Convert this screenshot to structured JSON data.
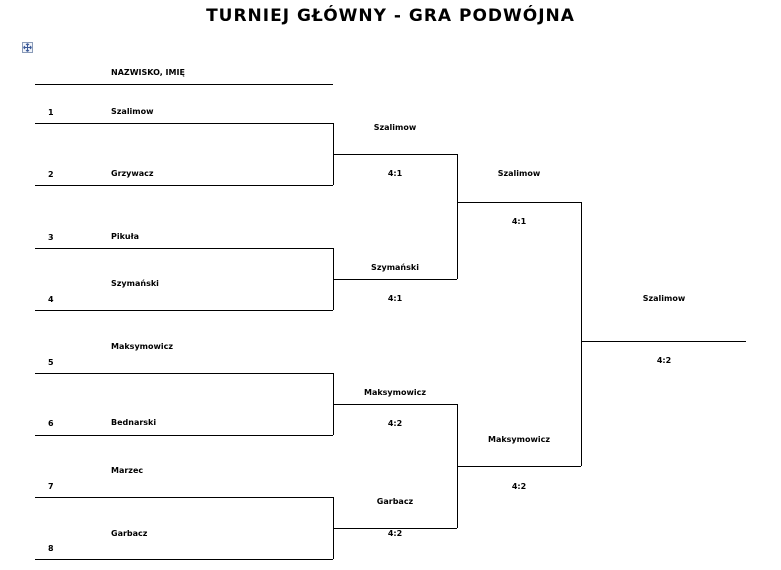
{
  "title": "TURNIEJ GŁÓWNY - GRA PODWÓJNA",
  "header": "NAZWISKO, IMIĘ",
  "icons": {
    "table_handle": "move-arrows-icon"
  },
  "players": [
    {
      "seed": "1",
      "name": "Szalimow"
    },
    {
      "seed": "2",
      "name": "Grzywacz"
    },
    {
      "seed": "3",
      "name": "Pikuła"
    },
    {
      "seed": "4",
      "name": "Szymański"
    },
    {
      "seed": "5",
      "name": "Maksymowicz"
    },
    {
      "seed": "6",
      "name": "Bednarski"
    },
    {
      "seed": "7",
      "name": "Marzec"
    },
    {
      "seed": "8",
      "name": "Garbacz"
    }
  ],
  "round2": [
    {
      "name": "Szalimow",
      "score": "4:1"
    },
    {
      "name": "Szymański",
      "score": "4:1"
    },
    {
      "name": "Maksymowicz",
      "score": "4:2"
    },
    {
      "name": "Garbacz",
      "score": "4:2"
    }
  ],
  "semifinal": [
    {
      "name": "Szalimow",
      "score": "4:1"
    },
    {
      "name": "Maksymowicz",
      "score": "4:2"
    }
  ],
  "final": {
    "name": "Szalimow",
    "score": "4:2"
  }
}
